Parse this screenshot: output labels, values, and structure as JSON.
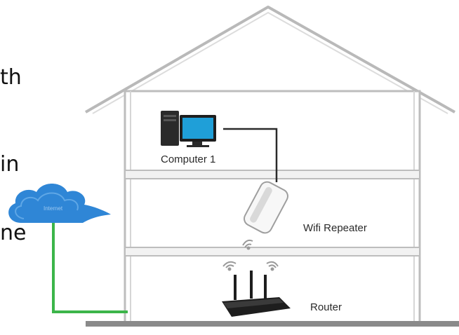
{
  "side_text": [
    "th",
    "in",
    "ne"
  ],
  "labels": {
    "computer": "Computer 1",
    "repeater": "Wifi Repeater",
    "router": "Router",
    "cloud": "Internet"
  },
  "colors": {
    "house_outline": "#b9b9b9",
    "house_fill": "#f4f4f4",
    "ground": "#8a8a8a",
    "cloud": "#2f86d6",
    "cable": "#3cb54a",
    "device_dark": "#1e1e1e",
    "screen": "#1f9fd8"
  },
  "icons": [
    "cloud-icon",
    "computer-icon",
    "repeater-icon",
    "router-icon",
    "wifi-signal-icon"
  ]
}
